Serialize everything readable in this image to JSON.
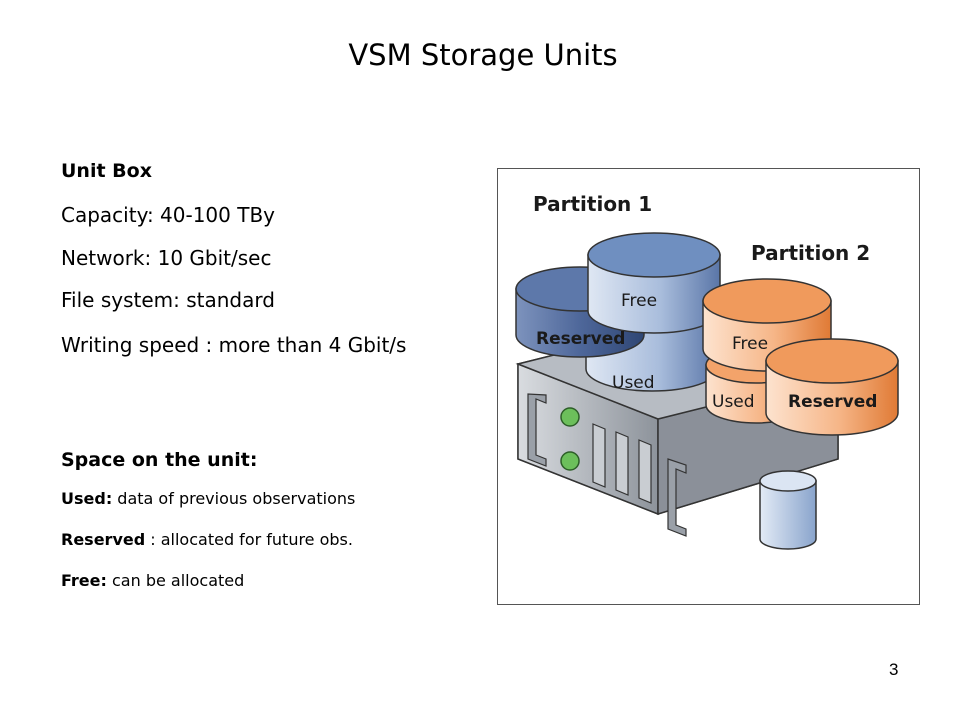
{
  "title": "VSM Storage Units",
  "unit_box": {
    "heading": "Unit Box",
    "specs": [
      "Capacity:  40-100 TBy",
      "Network: 10 Gbit/sec",
      "File system: standard",
      "Writing speed : more than 4 Gbit/s"
    ]
  },
  "space": {
    "heading": "Space on the unit:",
    "items": [
      {
        "term": "Used:",
        "desc": " data of previous observations"
      },
      {
        "term": "Reserved",
        "desc": " : allocated for future obs."
      },
      {
        "term": "Free:",
        "desc": " can be allocated"
      }
    ]
  },
  "figure": {
    "partition1_label": "Partition 1",
    "partition2_label": "Partition 2",
    "disk_free_1": "Free",
    "disk_reserved_1": "Reserved",
    "disk_used_1": "Used",
    "disk_free_2": "Free",
    "disk_used_2": "Used",
    "disk_reserved_2": "Reserved",
    "colors": {
      "partition1_blue": "#6f8fc0",
      "partition2_orange": "#f09a5c",
      "server_gray": "#a9aeb5"
    }
  },
  "page_number": "3"
}
